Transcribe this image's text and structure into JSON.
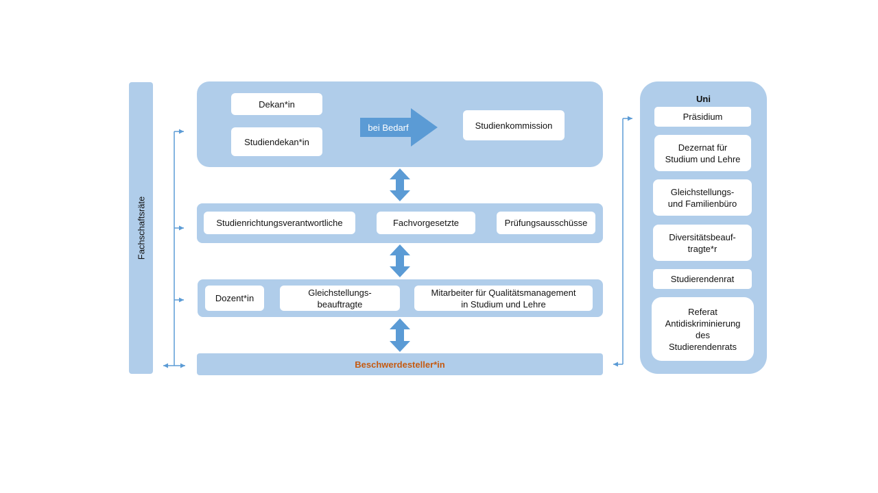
{
  "left_bar": {
    "label": "Fachschaftsräte"
  },
  "faculty": {
    "dekan": "Dekan*in",
    "studiendekan": "Studiendekan*in",
    "arrow_label": "bei Bedarf",
    "studienkommission": "Studienkommission"
  },
  "program": {
    "items": [
      "Studienrichtungsverantwortliche",
      "Fachvorgesetzte",
      "Prüfungsausschüsse"
    ]
  },
  "teaching": {
    "items": [
      "Dozent*in",
      "Gleichstellungs-\nbeauftragte",
      "Mitarbeiter für Qualitätsmanagement\nin Studium und Lehre"
    ]
  },
  "complainant": {
    "label": "Beschwerdesteller*in"
  },
  "uni": {
    "title": "Uni",
    "items": [
      "Präsidium",
      "Dezernat für\nStudium und Lehre",
      "Gleichstellungs-\nund Familienbüro",
      "Diversitätsbeauf-\ntragte*r",
      "Studierendenrat",
      "Referat\nAntidiskriminierung\ndes\nStudierendenrats"
    ]
  },
  "colors": {
    "panel": "#b0cdea",
    "arrow": "#5b9bd5",
    "accent_text": "#c55a11",
    "box": "#ffffff"
  }
}
